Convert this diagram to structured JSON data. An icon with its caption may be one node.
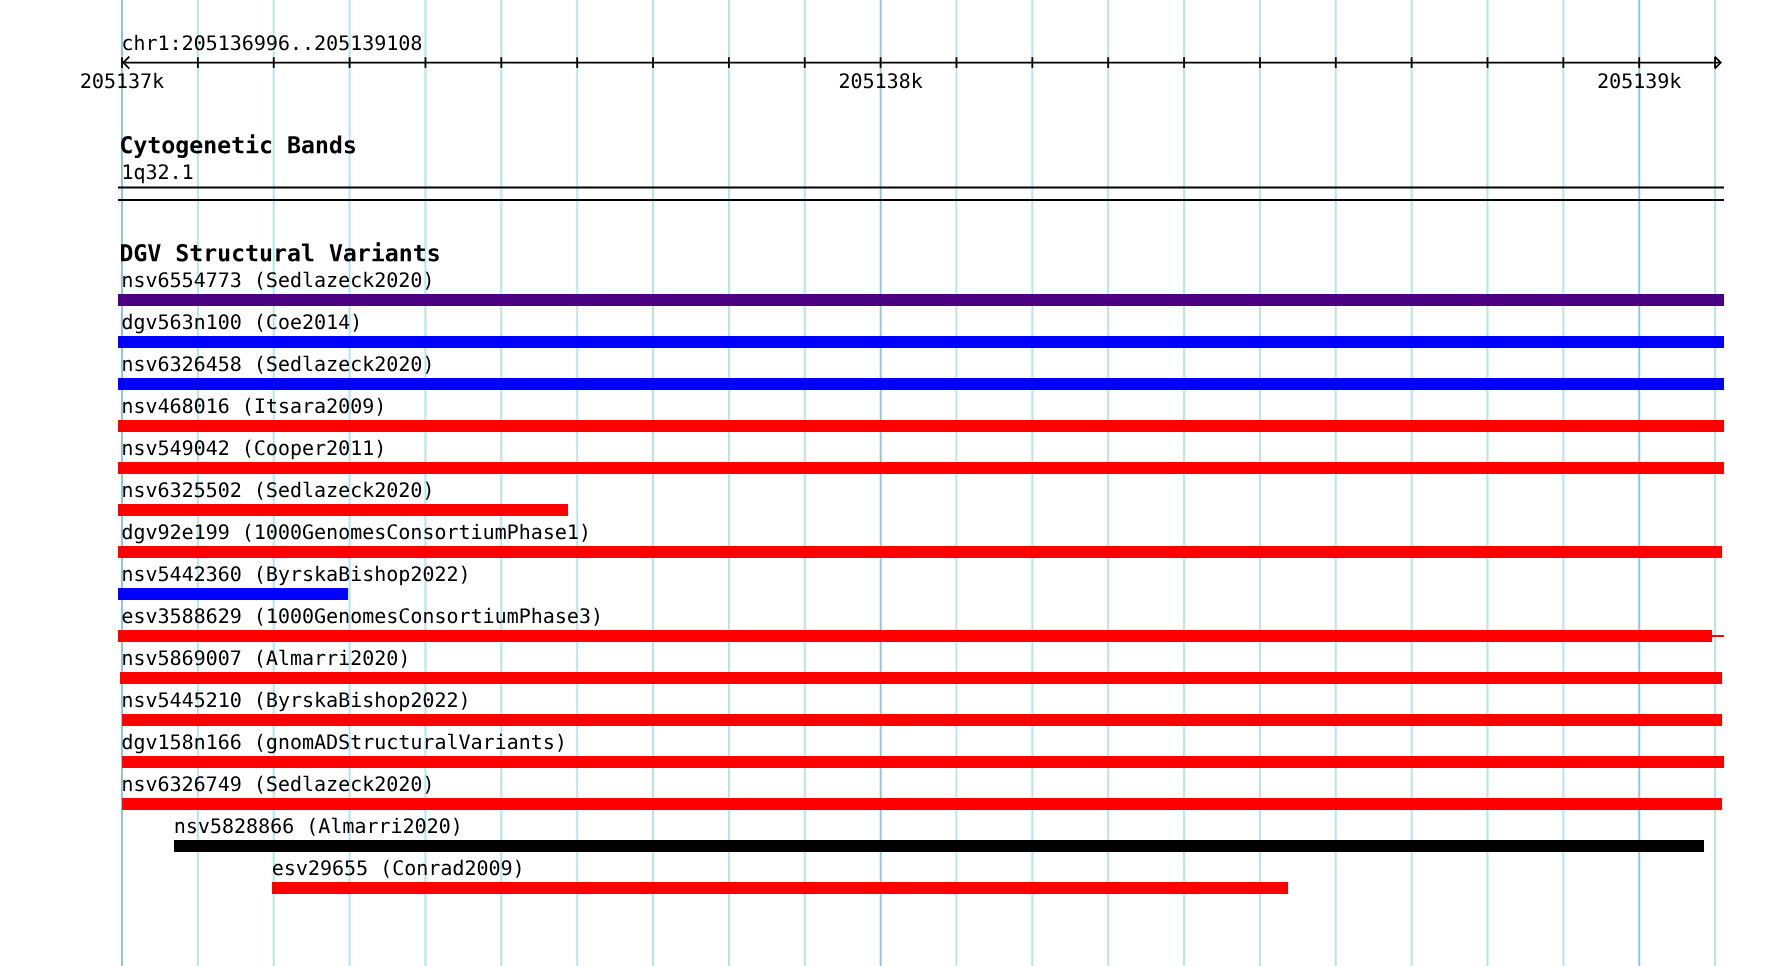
{
  "diagram": {
    "nodes": [
      {
        "text": [
          "1q32.1"
        ]
      },
      {
        "text": [
          "nsv6554773 (Sedlazeck2020)"
        ]
      },
      {
        "text": [
          "dgv563n100 (Coe2014)"
        ]
      },
      {
        "text": [
          "nsv6326458 (Sedlazeck2020)"
        ]
      },
      {
        "text": [
          "nsv468016 (Itsara2009)"
        ]
      },
      {
        "text": [
          "nsv549042 (Cooper2011)"
        ]
      },
      {
        "text": [
          "nsv6325502 (Sedlazeck2020)"
        ]
      },
      {
        "text": [
          "dgv92e199 (1000GenomesConsortiumPhase1)"
        ]
      },
      {
        "text": [
          "nsv5442360 (ByrskaBishop2022)"
        ]
      },
      {
        "text": [
          "esv3588629 (1000GenomesConsortiumPhase3)"
        ]
      },
      {
        "text": [
          "nsv5869007 (Almarri2020)"
        ]
      },
      {
        "text": [
          "nsv5445210 (ByrskaBishop2022)"
        ]
      },
      {
        "text": [
          "dgv158n166 (gnomADStructuralVariants)"
        ]
      },
      {
        "text": [
          "nsv6326749 (Sedlazeck2020)"
        ]
      },
      {
        "text": [
          "nsv5828866 (Almarri2020)"
        ]
      },
      {
        "text": [
          "esv29655 (Conrad2009)"
        ]
      }
    ],
    "labels": [
      "chr1:205136996..205139108",
      "205137k",
      "205138k",
      "205139k",
      "Cytogenetic Bands",
      "DGV Structural Variants"
    ]
  }
}
